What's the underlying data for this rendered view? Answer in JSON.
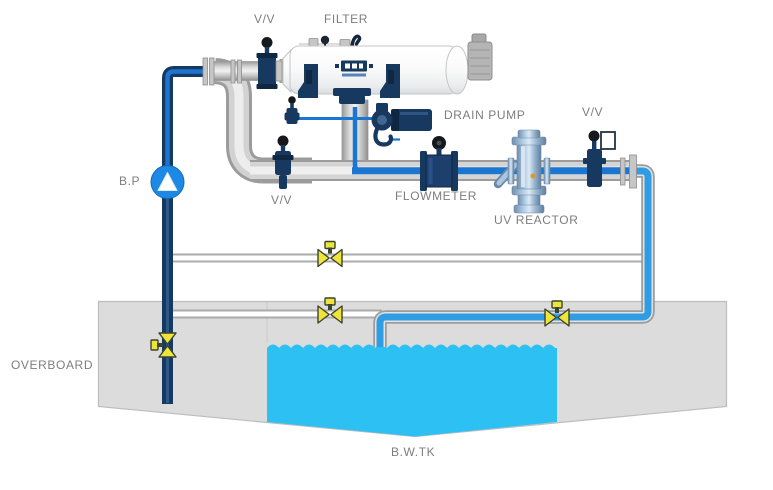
{
  "diagram": {
    "type": "ballast-water-treatment-system-piping",
    "labels": {
      "vv_filter_inlet": "V/V",
      "filter": "FILTER",
      "drain_pump": "DRAIN PUMP",
      "vv_discharge": "V/V",
      "bp_pump": "B.P",
      "vv_main_line": "V/V",
      "flowmeter": "FLOWMETER",
      "uv_reactor": "UV REACTOR",
      "overboard": "OVERBOARD",
      "ballast_tank": "B.W.TK"
    }
  },
  "colors": {
    "pipe-blue": "#1b76d1",
    "pipe-blue-bright": "#2f9ce4",
    "pipe-gray": "#9c9c9c",
    "navy": "#17395f",
    "navy-dark": "#0f2740",
    "water-cyan": "#2cc1f2",
    "tank-gray": "#dcdcdc",
    "tank-border": "#bcbcbc",
    "valve-yellow": "#efe53a",
    "valve-outline": "#3a4531",
    "pump-blue": "#1e88e5",
    "label-gray": "#7e7e7e",
    "steel-blue": "#9ab7d2",
    "knob-black": "#16181c"
  }
}
